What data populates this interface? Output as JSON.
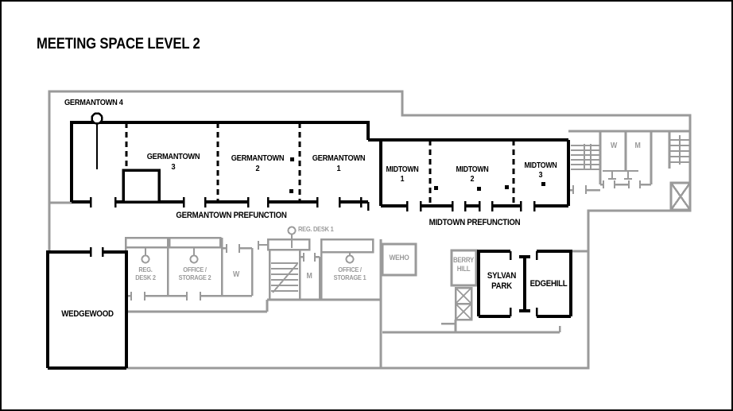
{
  "title": "MEETING SPACE LEVEL 2",
  "meeting_rooms": {
    "germantown_4": "GERMANTOWN 4",
    "germantown_3": "GERMANTOWN\n3",
    "germantown_2": "GERMANTOWN\n2",
    "germantown_1": "GERMANTOWN\n1",
    "midtown_1": "MIDTOWN\n1",
    "midtown_2": "MIDTOWN\n2",
    "midtown_3": "MIDTOWN\n3",
    "wedgewood": "WEDGEWOOD",
    "sylvan_park": "SYLVAN\nPARK",
    "edgehill": "EDGEHILL"
  },
  "prefunction_areas": {
    "germantown": "GERMANTOWN PREFUNCTION",
    "midtown": "MIDTOWN PREFUNCTION"
  },
  "support_rooms": {
    "reg_desk_1": "REG. DESK 1",
    "reg_desk_2": "REG.\nDESK 2",
    "office_storage_2": "OFFICE /\nSTORAGE 2",
    "office_storage_1": "OFFICE /\nSTORAGE 1",
    "weho": "WEHO",
    "berry_hill": "BERRY\nHILL",
    "restroom_women": "W",
    "restroom_men": "M",
    "restroom_women_mid": "W",
    "restroom_men_mid": "M"
  },
  "colors": {
    "wall_black": "#000000",
    "outline_gray": "#9a9a9a"
  }
}
